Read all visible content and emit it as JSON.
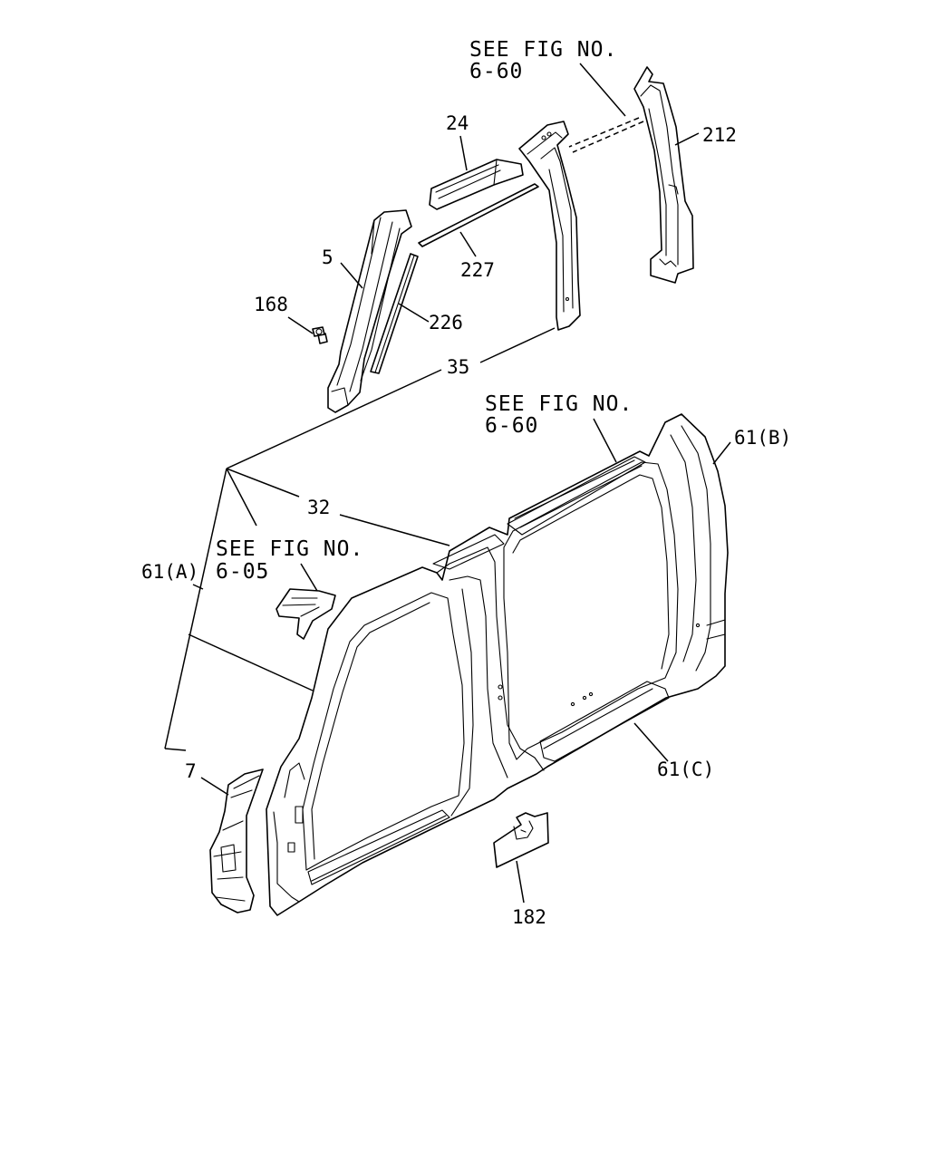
{
  "diagram": {
    "callouts": {
      "see_fig_a_line1": "SEE FIG NO.",
      "see_fig_a_line2": "6-60",
      "see_fig_b_line1": "SEE FIG NO.",
      "see_fig_b_line2": "6-60",
      "see_fig_c_line1": "SEE FIG NO.",
      "see_fig_c_line2": "6-05"
    },
    "part_numbers": {
      "p24": "24",
      "p212": "212",
      "p5": "5",
      "p227": "227",
      "p168": "168",
      "p226": "226",
      "p35": "35",
      "p61b": "61(B)",
      "p32": "32",
      "p61a": "61(A)",
      "p7": "7",
      "p61c": "61(C)",
      "p182": "182"
    }
  }
}
